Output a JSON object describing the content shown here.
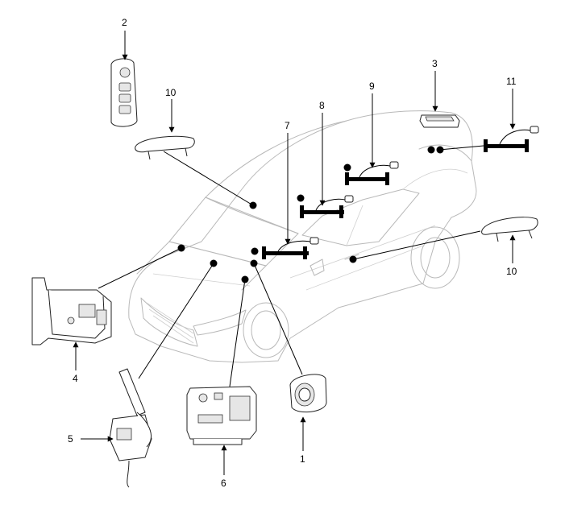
{
  "callouts": {
    "n1": "1",
    "n2": "2",
    "n3": "3",
    "n4": "4",
    "n5": "5",
    "n6": "6",
    "n7": "7",
    "n8": "8",
    "n9": "9",
    "n10a": "10",
    "n10b": "10",
    "n11": "11"
  }
}
